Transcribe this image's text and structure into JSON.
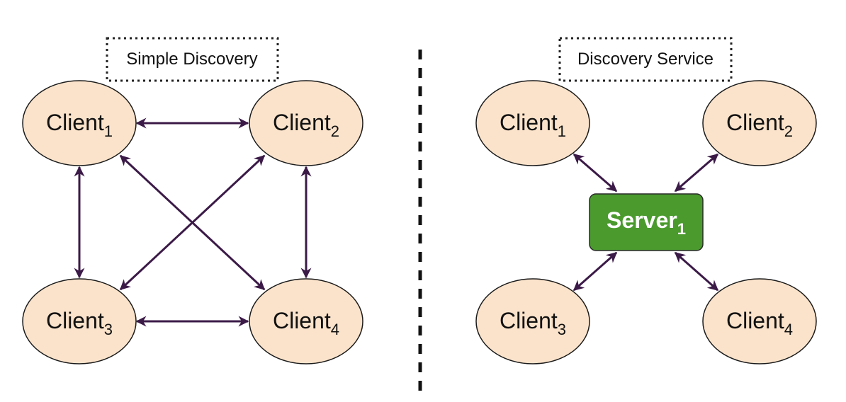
{
  "colors": {
    "client_fill": "#fbe3cb",
    "server_fill": "#4a9a2e",
    "edge": "#3b1a47"
  },
  "left_panel": {
    "title": "Simple Discovery",
    "clients": [
      {
        "base": "Client",
        "sub": "1"
      },
      {
        "base": "Client",
        "sub": "2"
      },
      {
        "base": "Client",
        "sub": "3"
      },
      {
        "base": "Client",
        "sub": "4"
      }
    ],
    "edges": [
      [
        "1",
        "2"
      ],
      [
        "3",
        "4"
      ],
      [
        "1",
        "3"
      ],
      [
        "2",
        "4"
      ],
      [
        "1",
        "4"
      ],
      [
        "2",
        "3"
      ]
    ]
  },
  "right_panel": {
    "title": "Discovery Service",
    "clients": [
      {
        "base": "Client",
        "sub": "1"
      },
      {
        "base": "Client",
        "sub": "2"
      },
      {
        "base": "Client",
        "sub": "3"
      },
      {
        "base": "Client",
        "sub": "4"
      }
    ],
    "server": {
      "base": "Server",
      "sub": "1"
    },
    "edges": [
      [
        "1",
        "server"
      ],
      [
        "2",
        "server"
      ],
      [
        "3",
        "server"
      ],
      [
        "4",
        "server"
      ]
    ]
  }
}
